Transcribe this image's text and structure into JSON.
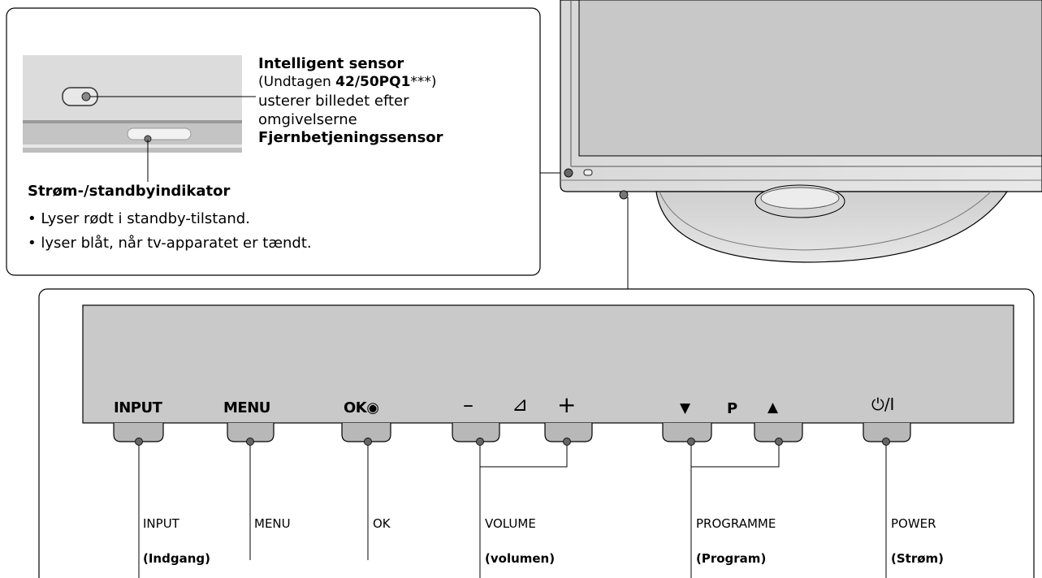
{
  "sensor_box": {
    "intelligent_sensor_title": "Intelligent sensor",
    "intelligent_sensor_note_prefix": "(Undtagen ",
    "intelligent_sensor_note_model": "42/50PQ1",
    "intelligent_sensor_note_suffix": "***)",
    "intelligent_sensor_desc_1": "usterer billedet efter",
    "intelligent_sensor_desc_2": "omgivelserne",
    "remote_sensor_title": "Fjernbetjeningssensor",
    "power_indicator_title": "Strøm-/standbyindikator",
    "power_indicator_bullet_1": "• Lyser rødt i standby-tilstand.",
    "power_indicator_bullet_2": "• lyser blåt, når tv-apparatet er tændt."
  },
  "panel": {
    "button_labels": {
      "input": "INPUT",
      "menu": "MENU",
      "ok": "OK",
      "ok_symbol": "◉",
      "volume_minus": "–",
      "volume_symbol": "⊿",
      "volume_plus": "+",
      "prog_down": "▼",
      "prog_p": "P",
      "prog_up": "▲",
      "power_symbol": "⏻/I"
    },
    "callouts": {
      "input_1": "INPUT",
      "input_2": "(Indgang)",
      "menu": "MENU",
      "ok": "OK",
      "volume_1": "VOLUME",
      "volume_2": "(volumen)",
      "programme_1": "PROGRAMME",
      "programme_2": "(Program)",
      "power_1": "POWER",
      "power_2": "(Strøm)"
    }
  }
}
